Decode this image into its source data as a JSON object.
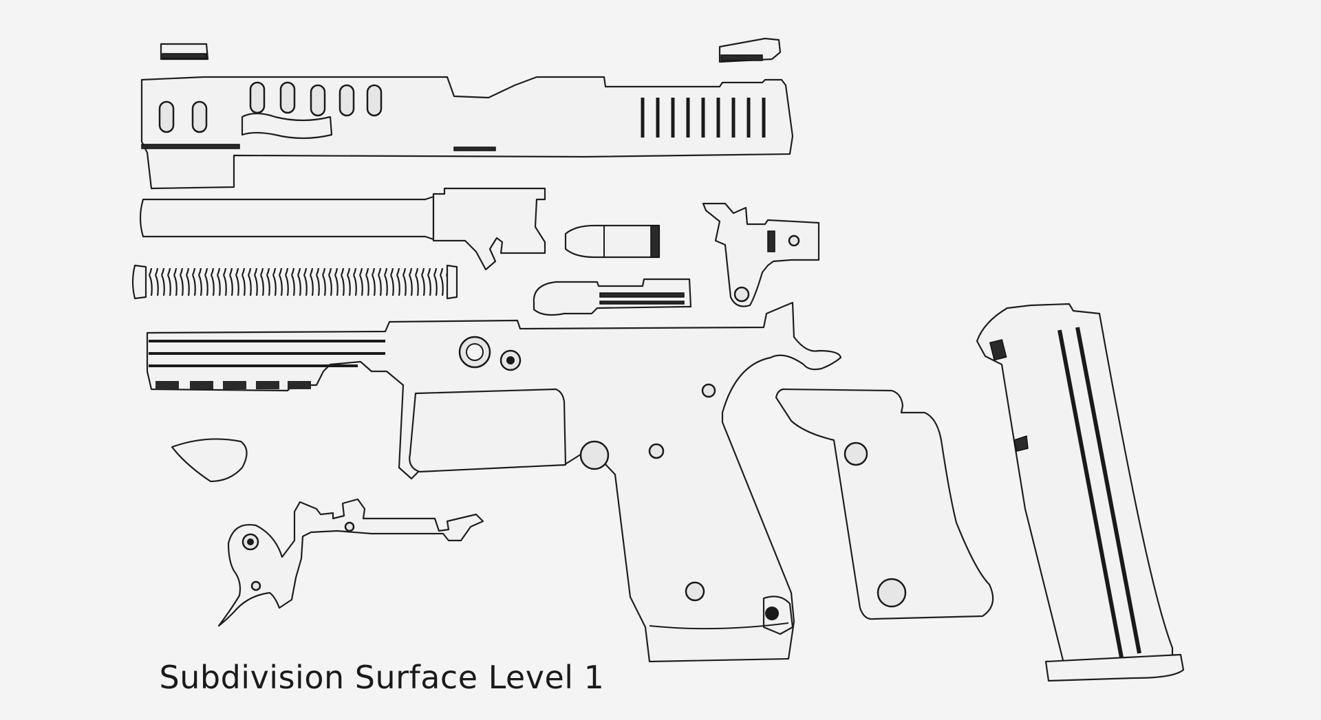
{
  "caption": "Subdivision Surface Level  1",
  "colors": {
    "background": "#f4f4f4",
    "mesh_line": "#1e1e1e",
    "surface": "#f2f2f2"
  },
  "parts": [
    "rear-sight",
    "front-sight",
    "slide",
    "barrel",
    "cartridge",
    "trigger-bar-assembly",
    "recoil-spring",
    "extractor",
    "frame",
    "slide-stop-lever",
    "trigger",
    "grip-panel",
    "magazine"
  ]
}
